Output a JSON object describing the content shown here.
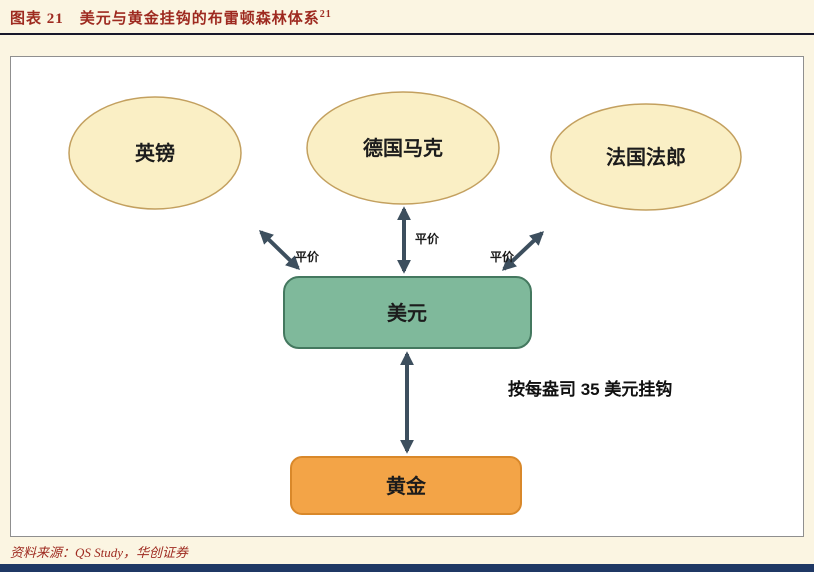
{
  "header": {
    "label": "图表 21",
    "title": "美元与黄金挂钩的布雷顿森林体系",
    "footnote": "21"
  },
  "diagram": {
    "nodes": {
      "pound": "英镑",
      "mark": "德国马克",
      "franc": "法国法郎",
      "dollar": "美元",
      "gold": "黄金"
    },
    "parity_label": "平价",
    "gold_peg_label": "按每盎司 35 美元挂钩"
  },
  "footer": {
    "source": "资料来源：QS Study，华创证券"
  },
  "colors": {
    "page_background": "#FBF5E2",
    "title_red": "#9E2A20",
    "ellipse_fill": "#FAEFC5",
    "ellipse_border": "#C3A05F",
    "dollar_fill": "#7FB99B",
    "dollar_border": "#44785F",
    "gold_fill": "#F3A447",
    "gold_border": "#D9882A",
    "arrow": "#3D4F5E",
    "bottom_bar": "#1F3864"
  }
}
